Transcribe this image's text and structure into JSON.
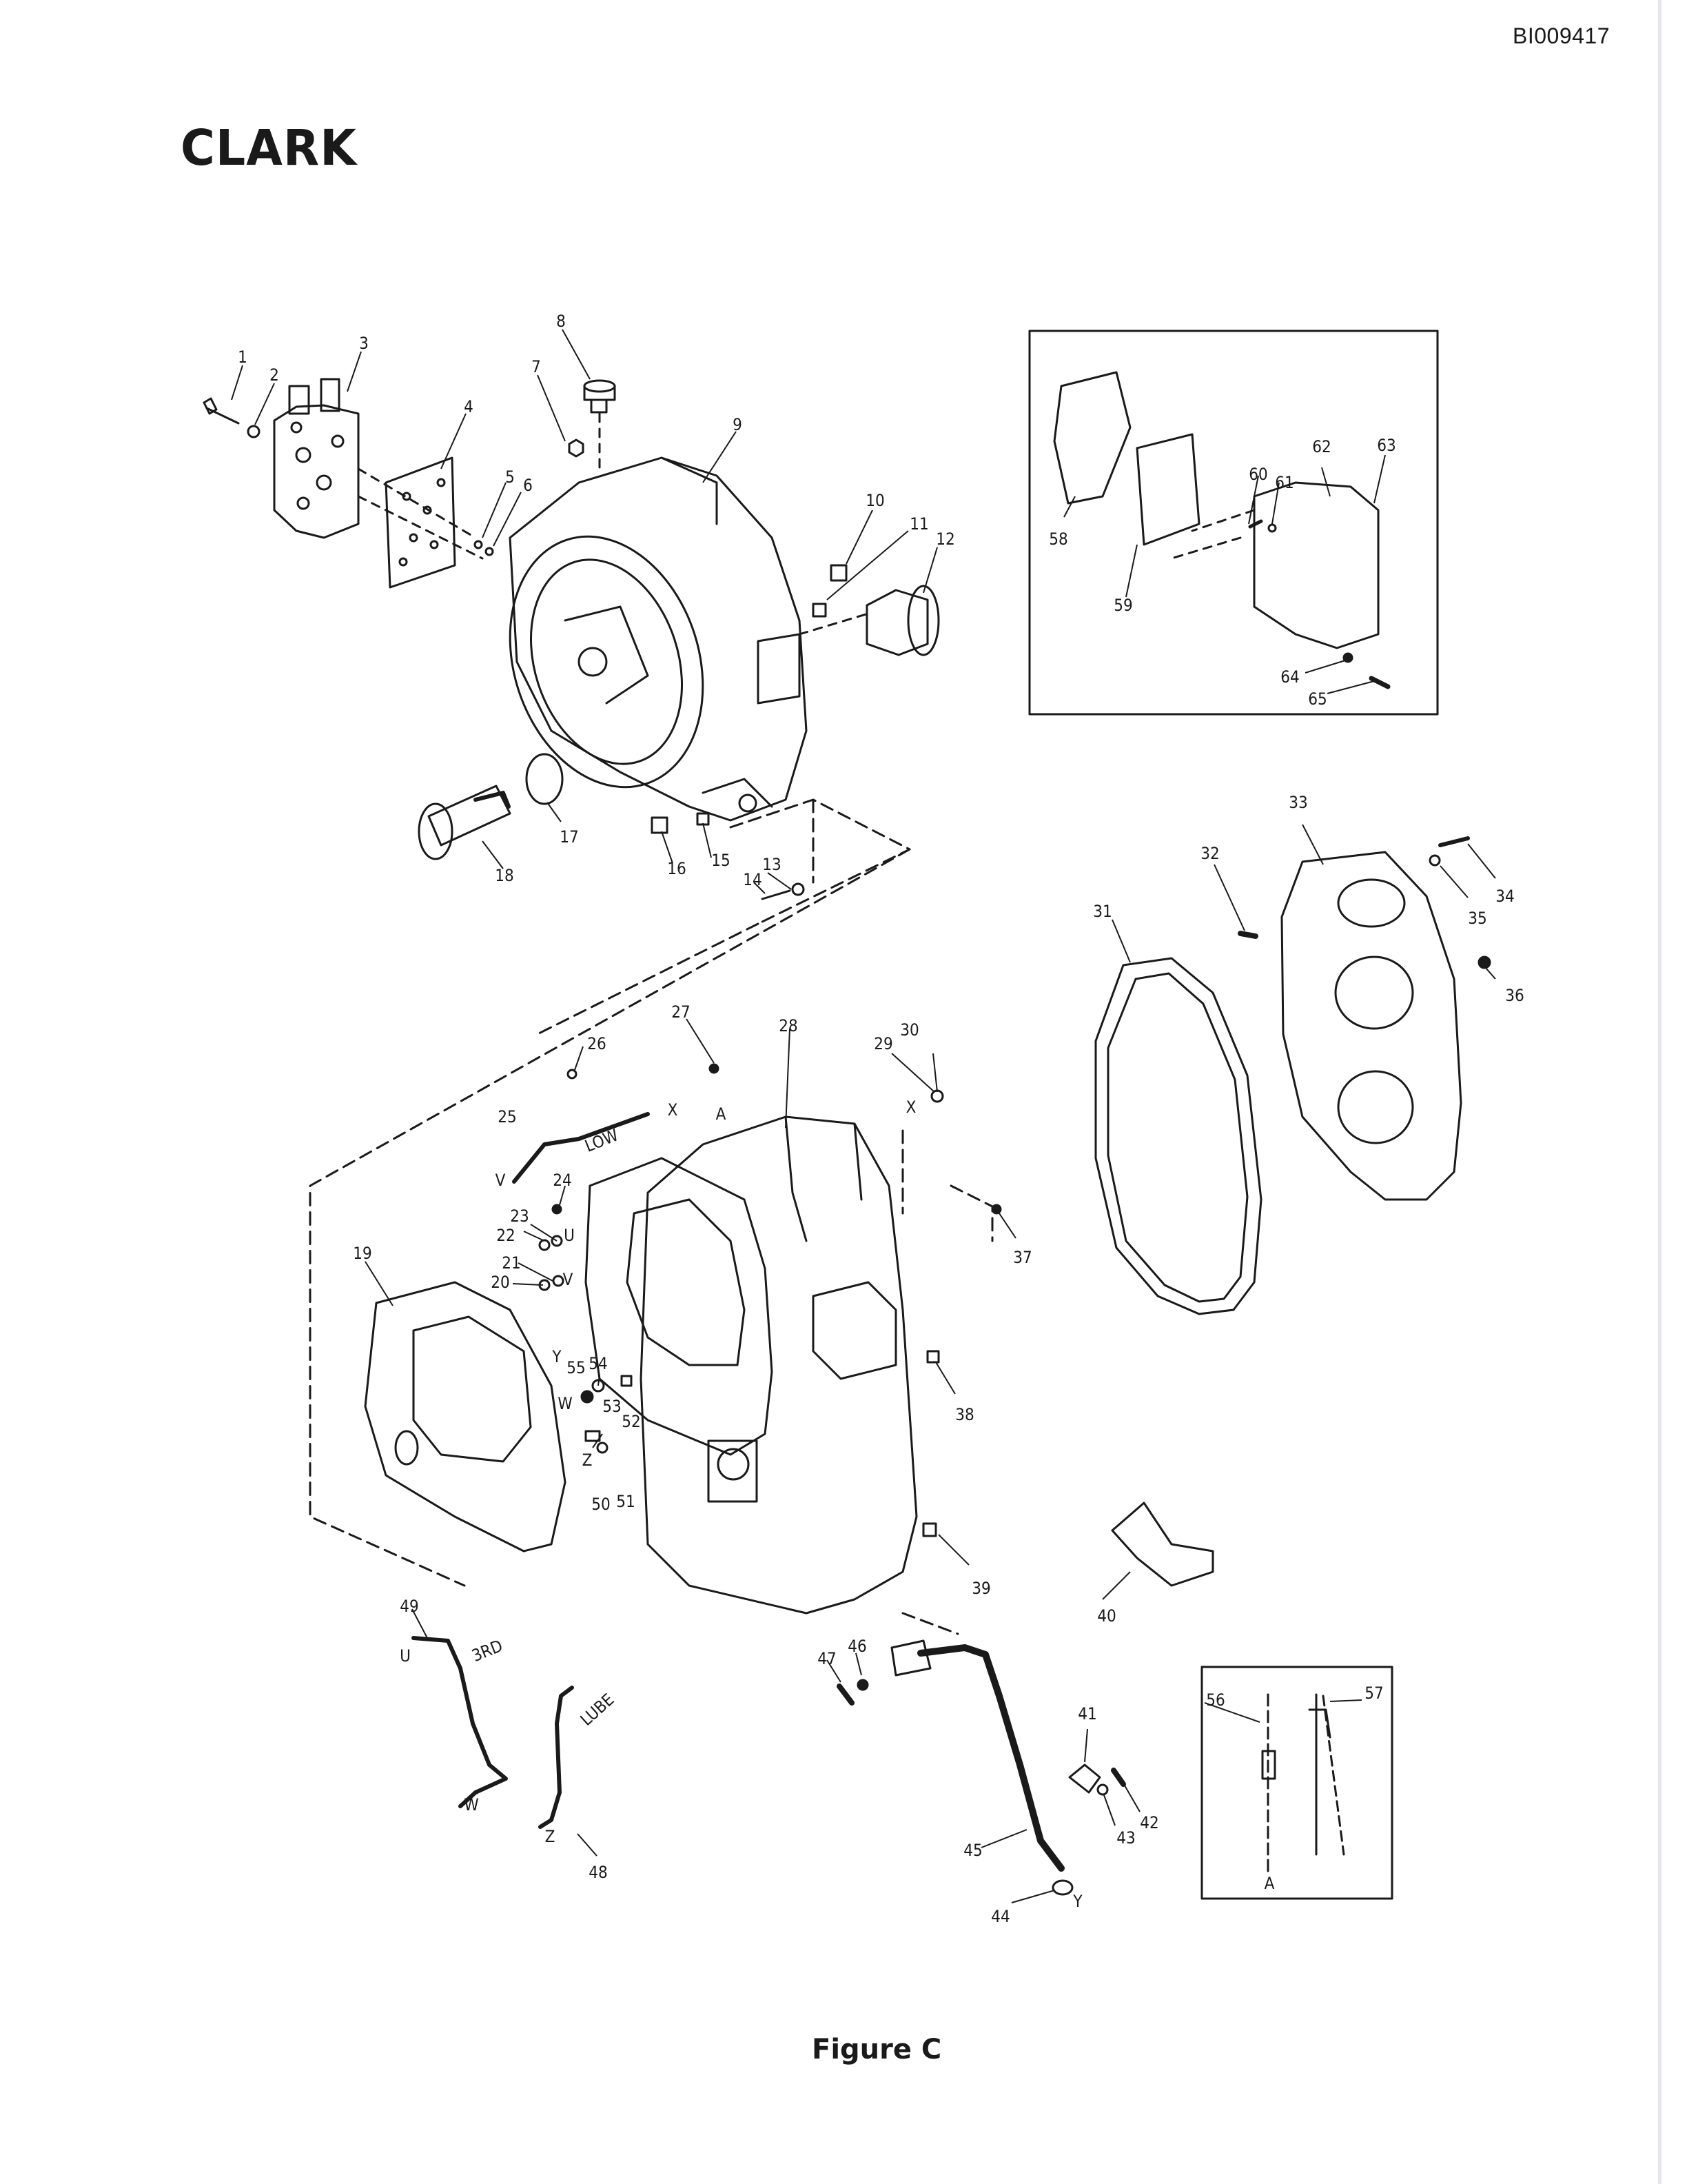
{
  "header": {
    "doc_id": "BI009417",
    "brand": "CLARK"
  },
  "caption": "Figure C",
  "callouts": [
    "1",
    "2",
    "3",
    "4",
    "5",
    "6",
    "7",
    "8",
    "9",
    "10",
    "11",
    "12",
    "13",
    "14",
    "15",
    "16",
    "17",
    "18",
    "19",
    "20",
    "21",
    "22",
    "23",
    "24",
    "25",
    "26",
    "27",
    "28",
    "29",
    "30",
    "31",
    "32",
    "33",
    "34",
    "35",
    "36",
    "37",
    "38",
    "39",
    "40",
    "41",
    "42",
    "43",
    "44",
    "45",
    "46",
    "47",
    "48",
    "49",
    "50",
    "51",
    "52",
    "53",
    "54",
    "55",
    "56",
    "57",
    "58",
    "59",
    "60",
    "61",
    "62",
    "63",
    "64",
    "65"
  ],
  "connection_letters": [
    "U",
    "V",
    "W",
    "X",
    "Y",
    "Z",
    "A"
  ],
  "tube_labels": {
    "low": "LOW",
    "third": "3RD",
    "lube": "LUBE"
  }
}
